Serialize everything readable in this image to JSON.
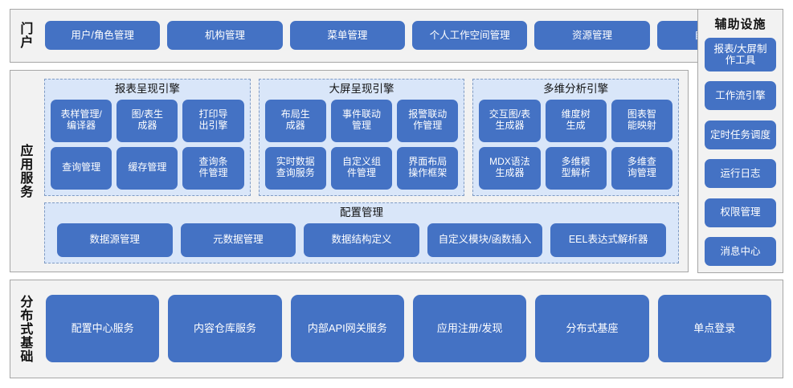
{
  "colors": {
    "button_fill": "#4472C4",
    "panel_bg": "#F2F2F2",
    "panel_border": "#A6A6A6",
    "group_bg": "#D9E6F9",
    "group_border": "#7F9BC4",
    "button_text": "#FFFFFF",
    "label_text": "#111111"
  },
  "portal": {
    "label": "门户",
    "items": [
      {
        "label": "用户/角色管理"
      },
      {
        "label": "机构管理"
      },
      {
        "label": "菜单管理"
      },
      {
        "label": "个人工作空间管理"
      },
      {
        "label": "资源管理"
      },
      {
        "label": "自助分析"
      }
    ]
  },
  "aux": {
    "title": "辅助设施",
    "items": [
      {
        "label": "报表/大屏制\n作工具",
        "two_line": true
      },
      {
        "label": "工作流引擎",
        "two_line": false
      },
      {
        "label": "定时任务调度",
        "two_line": false
      },
      {
        "label": "运行日志",
        "two_line": false
      },
      {
        "label": "权限管理",
        "two_line": false
      },
      {
        "label": "消息中心",
        "two_line": false
      }
    ]
  },
  "app_service": {
    "label": "应用服务",
    "engines": [
      {
        "title": "报表呈现引擎",
        "items": [
          {
            "label": "表样管理/\n编译器"
          },
          {
            "label": "图/表生\n成器"
          },
          {
            "label": "打印导\n出引擎"
          },
          {
            "label": "查询管理"
          },
          {
            "label": "缓存管理"
          },
          {
            "label": "查询条\n件管理"
          }
        ]
      },
      {
        "title": "大屏呈现引擎",
        "items": [
          {
            "label": "布局生\n成器"
          },
          {
            "label": "事件联动\n管理"
          },
          {
            "label": "报警联动\n作管理"
          },
          {
            "label": "实时数据\n查询服务"
          },
          {
            "label": "自定义组\n件管理"
          },
          {
            "label": "界面布局\n操作框架"
          }
        ]
      },
      {
        "title": "多维分析引擎",
        "items": [
          {
            "label": "交互图/表\n生成器"
          },
          {
            "label": "维度树\n生成"
          },
          {
            "label": "图表智\n能映射"
          },
          {
            "label": "MDX语法\n生成器"
          },
          {
            "label": "多维模\n型解析"
          },
          {
            "label": "多维查\n询管理"
          }
        ]
      }
    ],
    "config": {
      "title": "配置管理",
      "items": [
        {
          "label": "数据源管理"
        },
        {
          "label": "元数据管理"
        },
        {
          "label": "数据结构定义"
        },
        {
          "label": "自定义模块/函数插入"
        },
        {
          "label": "EEL表达式解析器"
        }
      ]
    }
  },
  "infrastructure": {
    "label": "分布式基础",
    "items": [
      {
        "label": "配置中心服务"
      },
      {
        "label": "内容仓库服务"
      },
      {
        "label": "内部API网关服务"
      },
      {
        "label": "应用注册/发现"
      },
      {
        "label": "分布式基座"
      },
      {
        "label": "单点登录"
      }
    ]
  }
}
